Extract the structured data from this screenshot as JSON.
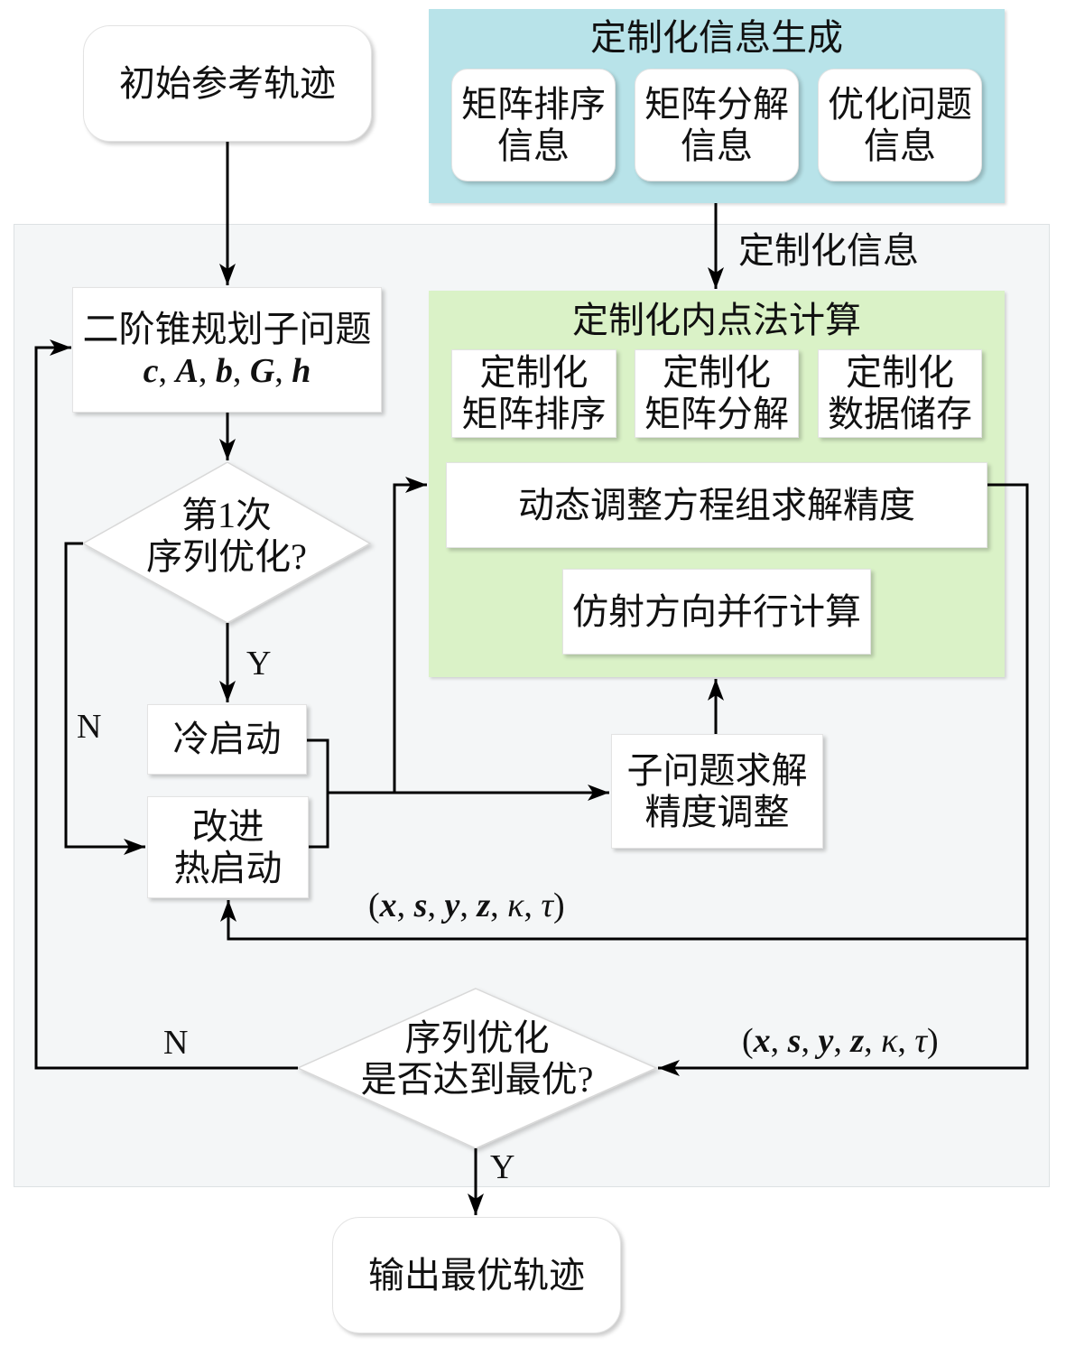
{
  "start": {
    "label": "初始参考轨迹"
  },
  "info_generation": {
    "title": "定制化信息生成",
    "items": [
      {
        "line1": "矩阵排序",
        "line2": "信息"
      },
      {
        "line1": "矩阵分解",
        "line2": "信息"
      },
      {
        "line1": "优化问题",
        "line2": "信息"
      }
    ]
  },
  "socp_subproblem": {
    "line1": "二阶锥规划子问题",
    "line2": "c, A, b, G, h"
  },
  "ipm": {
    "title": "定制化内点法计算",
    "modules": [
      {
        "line1": "定制化",
        "line2": "矩阵排序"
      },
      {
        "line1": "定制化",
        "line2": "矩阵分解"
      },
      {
        "line1": "定制化",
        "line2": "数据储存"
      }
    ],
    "precision": "动态调整方程组求解精度",
    "affine": "仿射方向并行计算"
  },
  "decision_first": {
    "line1": "第1次",
    "line2": "序列优化?"
  },
  "cold_start": {
    "label": "冷启动"
  },
  "warm_start": {
    "line1": "改进",
    "line2": "热启动"
  },
  "precision_adjust": {
    "line1": "子问题求解",
    "line2": "精度调整"
  },
  "decision_optimal": {
    "line1": "序列优化",
    "line2": "是否达到最优?"
  },
  "end": {
    "label": "输出最优轨迹"
  },
  "edge_labels": {
    "custom_info": "定制化信息",
    "first_yes": "Y",
    "first_no": "N",
    "optimal_no": "N",
    "optimal_yes": "Y",
    "state_to_warm_start": "(x, s, y, z, κ, τ)",
    "state_to_check": "(x, s, y, z, κ, τ)"
  },
  "colors": {
    "info_panel": "#b8e3e9",
    "ipm_panel": "#daf2c7",
    "background_panel": "#f4f6f7",
    "line": "#000000"
  }
}
